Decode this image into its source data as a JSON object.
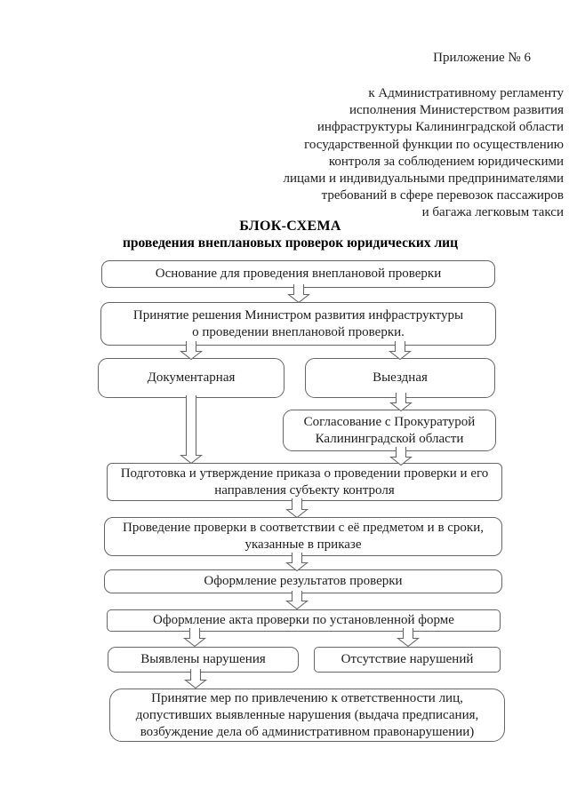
{
  "header": {
    "appendix": "Приложение № 6",
    "reference_lines": [
      "к Административному регламенту",
      "исполнения Министерством развития",
      "инфраструктуры Калининградской области",
      "государственной функции по осуществлению",
      "контроля за соблюдением юридическими",
      "лицами и индивидуальными предпринимателями",
      "требований в сфере перевозок пассажиров",
      "и багажа легковым такси"
    ]
  },
  "title": {
    "line1": "БЛОК-СХЕМА",
    "line2": "проведения внеплановых проверок юридических лиц"
  },
  "flowchart": {
    "border_color": "#666666",
    "nodes": [
      {
        "id": "inspection-basis",
        "lines": [
          "Основание для проведения внеплановой проверки"
        ]
      },
      {
        "id": "minister-decision",
        "lines": [
          "Принятие решения Министром развития инфраструктуры",
          "о проведении внеплановой проверки."
        ]
      },
      {
        "id": "documentary",
        "lines": [
          "Документарная"
        ]
      },
      {
        "id": "field",
        "lines": [
          "Выездная"
        ]
      },
      {
        "id": "prosecutor-approval",
        "lines": [
          "Согласование с Прокуратурой",
          "Калининградской области"
        ]
      },
      {
        "id": "order-preparation",
        "lines": [
          "Подготовка и утверждение приказа о проведении проверки и его",
          "направления субъекту контроля"
        ]
      },
      {
        "id": "inspection-conduct",
        "lines": [
          "Проведение проверки в соответствии с её предметом и в сроки,",
          "указанные в приказе"
        ]
      },
      {
        "id": "results-registration",
        "lines": [
          "Оформление результатов проверки"
        ]
      },
      {
        "id": "act-registration",
        "lines": [
          "Оформление акта проверки по установленной форме"
        ]
      },
      {
        "id": "violations-found",
        "lines": [
          "Выявлены нарушения"
        ]
      },
      {
        "id": "no-violations",
        "lines": [
          "Отсутствие нарушений"
        ]
      },
      {
        "id": "enforcement-measures",
        "lines": [
          "Принятие мер по привлечению к ответственности лиц,",
          "допустивших выявленные нарушения (выдача предписания,",
          "возбуждение дела об административном правонарушении)"
        ]
      }
    ]
  }
}
